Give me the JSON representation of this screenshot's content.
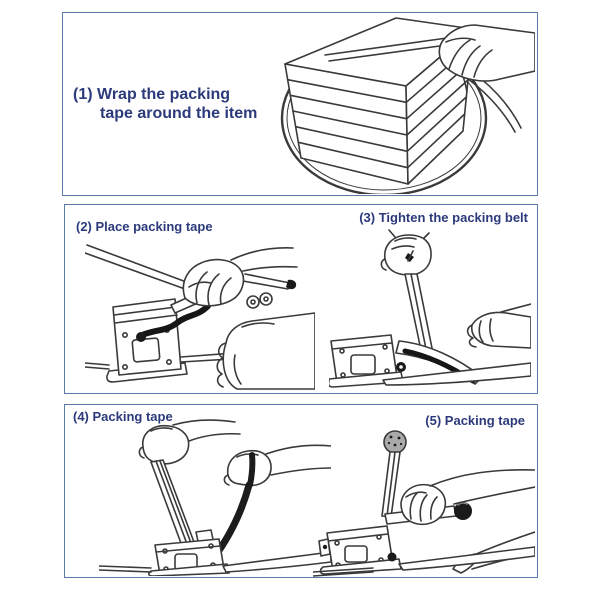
{
  "colors": {
    "background": "#ffffff",
    "panel_border": "#5b7cab",
    "caption_text": "#2c3a7c",
    "line_art": "#3a3a3a"
  },
  "step1": {
    "caption_line1": "(1) Wrap the packing",
    "caption_line2": "tape around the item",
    "illustration": "hand-pulling-strap-loop-around-stacked-boxes"
  },
  "step2": {
    "caption": "(2) Place packing tape",
    "illustration": "two-hands-placing-strapping-tool-on-tape"
  },
  "step3": {
    "caption": "(3) Tighten the packing belt",
    "illustration": "fist-pulling-tool-lever-upright"
  },
  "step4": {
    "caption": "(4) Packing tape",
    "illustration": "two-hands-pulling-both-tool-levers"
  },
  "step5": {
    "caption": "(5) Packing tape",
    "illustration": "hand-gripping-ball-handle-of-tool"
  }
}
